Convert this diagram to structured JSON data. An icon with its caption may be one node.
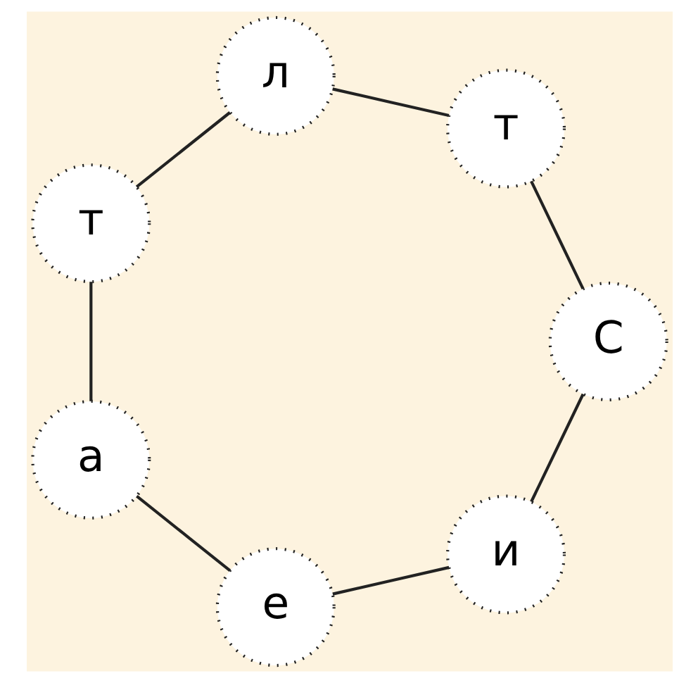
{
  "diagram": {
    "nodes": [
      {
        "text": [
          "и"
        ]
      },
      {
        "text": [
          "е"
        ]
      },
      {
        "text": [
          "а"
        ]
      },
      {
        "text": [
          "т"
        ]
      },
      {
        "text": [
          "л"
        ]
      },
      {
        "text": [
          "т"
        ]
      },
      {
        "text": [
          "С"
        ]
      }
    ],
    "edges": [
      {
        "from": 0,
        "to": 1,
        "arrow": "none"
      },
      {
        "from": 1,
        "to": 2,
        "arrow": "none"
      },
      {
        "from": 2,
        "to": 3,
        "arrow": "none"
      },
      {
        "from": 3,
        "to": 4,
        "arrow": "none"
      },
      {
        "from": 4,
        "to": 5,
        "arrow": "none"
      },
      {
        "from": 5,
        "to": 6,
        "arrow": "none"
      },
      {
        "from": 6,
        "to": 0,
        "arrow": "none"
      }
    ]
  }
}
